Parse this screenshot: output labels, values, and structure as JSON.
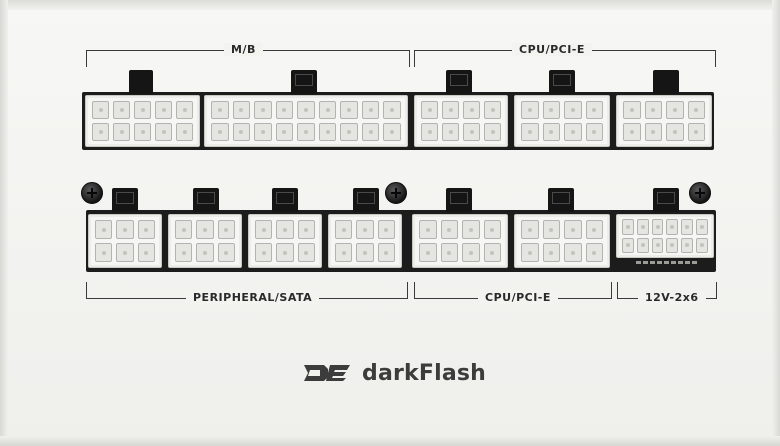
{
  "labels": {
    "mb": "M/B",
    "cpu_pcie_top": "CPU/PCI-E",
    "peripheral_sata": "PERIPHERAL/SATA",
    "cpu_pcie_bottom": "CPU/PCI-E",
    "twelve_v": "12V-2x6"
  },
  "brand": {
    "name": "darkFlash"
  },
  "colors": {
    "panel": "#f4f4f2",
    "cutout": "#1c1c1c",
    "connector": "#f6f6f4",
    "text": "#2a2a2a"
  }
}
